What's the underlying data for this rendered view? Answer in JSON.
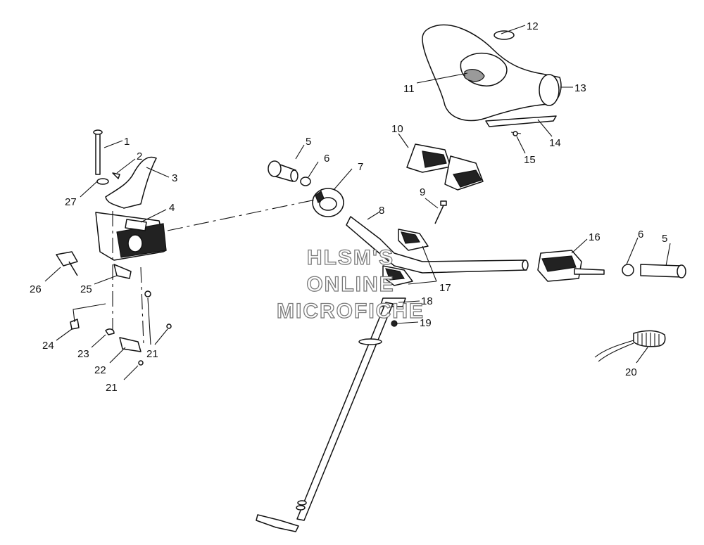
{
  "watermark": {
    "line1": "HLSM'S",
    "line2": "ONLINE",
    "line3": "MICROFICHE"
  },
  "callouts": [
    "1",
    "2",
    "3",
    "4",
    "5",
    "6",
    "7",
    "8",
    "9",
    "10",
    "11",
    "12",
    "13",
    "14",
    "15",
    "16",
    "6",
    "5",
    "17",
    "18",
    "19",
    "20",
    "21",
    "21",
    "22",
    "23",
    "24",
    "25",
    "26",
    "27"
  ]
}
